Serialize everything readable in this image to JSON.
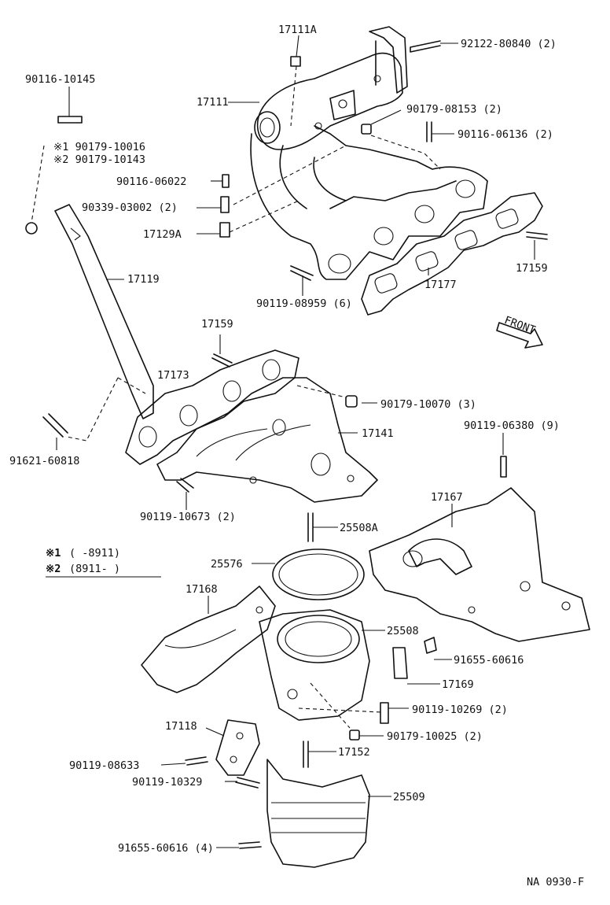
{
  "diagram_code": "NA 0930-F",
  "front_label": "FRONT",
  "notes": [
    {
      "mark": "※1",
      "range": "(      -8911)"
    },
    {
      "mark": "※2",
      "range": "(8911-      )"
    }
  ],
  "callouts": {
    "p17111A": "17111A",
    "p92122": "92122-80840 (2)",
    "p90116_10145": "90116-10145",
    "p17111": "17111",
    "p90179_08153": "90179-08153 (2)",
    "p90116_06136": "90116-06136 (2)",
    "n1": "※1 90179-10016",
    "n2": "※2 90179-10143",
    "p90116_06022": "90116-06022",
    "p90339": "90339-03002 (2)",
    "p17129A": "17129A",
    "p17159a": "17159",
    "p17119": "17119",
    "p17177": "17177",
    "p90119_08959": "90119-08959 (6)",
    "p17159b": "17159",
    "p17173": "17173",
    "p90179_10070": "90179-10070 (3)",
    "p17141": "17141",
    "p90119_06380": "90119-06380 (9)",
    "p91621": "91621-60818",
    "p90119_10673": "90119-10673 (2)",
    "p25508A": "25508A",
    "p17167": "17167",
    "p25576": "25576",
    "p17168": "17168",
    "p25508": "25508",
    "p91655_a": "91655-60616",
    "p17169": "17169",
    "p90119_10269": "90119-10269 (2)",
    "p17118": "17118",
    "p90179_10025": "90179-10025 (2)",
    "p17152": "17152",
    "p90119_08633": "90119-08633",
    "p90119_10329": "90119-10329",
    "p25509": "25509",
    "p91655_b": "91655-60616 (4)"
  }
}
